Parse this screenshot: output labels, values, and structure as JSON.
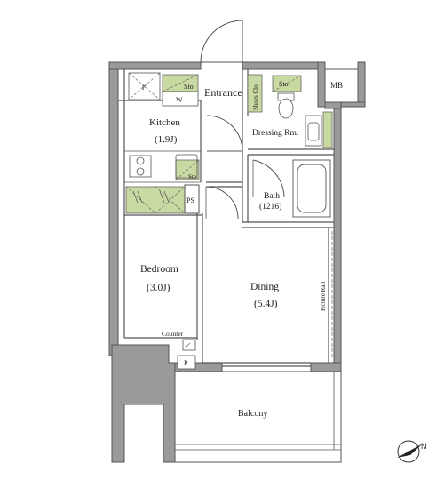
{
  "rooms": {
    "entrance": "Entrance",
    "kitchen": "Kitchen",
    "kitchen_size": "(1.9J)",
    "dressing": "Dressing Rm.",
    "bath": "Bath",
    "bath_size": "(1216)",
    "bedroom": "Bedroom",
    "bedroom_size": "(3.0J)",
    "dining": "Dining",
    "dining_size": "(5.4J)",
    "balcony": "Balcony"
  },
  "fixtures": {
    "sto_1": "Sto.",
    "w": "W",
    "shoes_clo": "Shoes Clo.",
    "sto_2": "Sto.",
    "mb": "MB",
    "sto_3": "Sto.",
    "ps": "PS",
    "picture_rail": "Picture Rail",
    "counter": "Counter",
    "p_top": "P",
    "p_bottom": "P"
  },
  "colors": {
    "storage_fill": "#c9d9a2",
    "wall_fill": "#9a9a9a",
    "line": "#555555"
  }
}
